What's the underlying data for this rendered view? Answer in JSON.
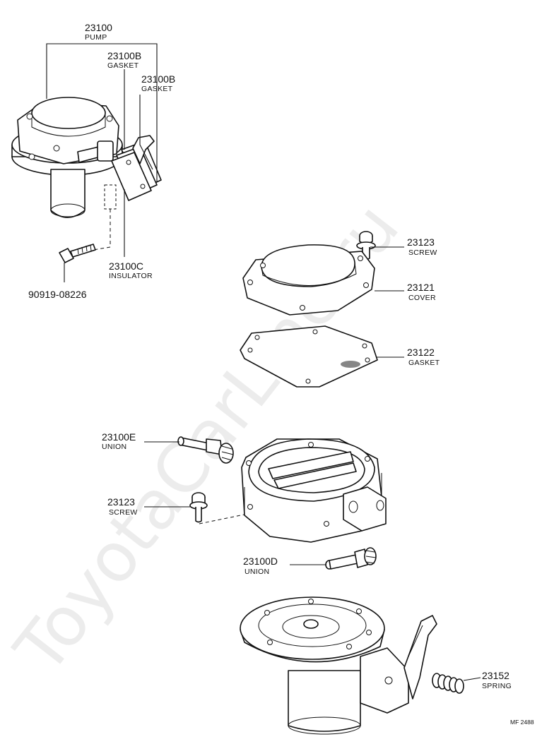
{
  "watermark": "ToyotaCarLine.ru",
  "footer_code": "MF 2488",
  "callouts": {
    "pump": {
      "number": "23100",
      "name": "PUMP"
    },
    "gasket_b1": {
      "number": "23100B",
      "name": "GASKET"
    },
    "gasket_b2": {
      "number": "23100B",
      "name": "GASKET"
    },
    "insulator": {
      "number": "23100C",
      "name": "INSULATOR"
    },
    "bolt": {
      "number": "90919-08226"
    },
    "screw_top": {
      "number": "23123",
      "name": "SCREW"
    },
    "cover": {
      "number": "23121",
      "name": "COVER"
    },
    "gasket": {
      "number": "23122",
      "name": "GASKET"
    },
    "union_e": {
      "number": "23100E",
      "name": "UNION"
    },
    "screw_mid": {
      "number": "23123",
      "name": "SCREW"
    },
    "union_d": {
      "number": "23100D",
      "name": "UNION"
    },
    "spring": {
      "number": "23152",
      "name": "SPRING"
    }
  }
}
